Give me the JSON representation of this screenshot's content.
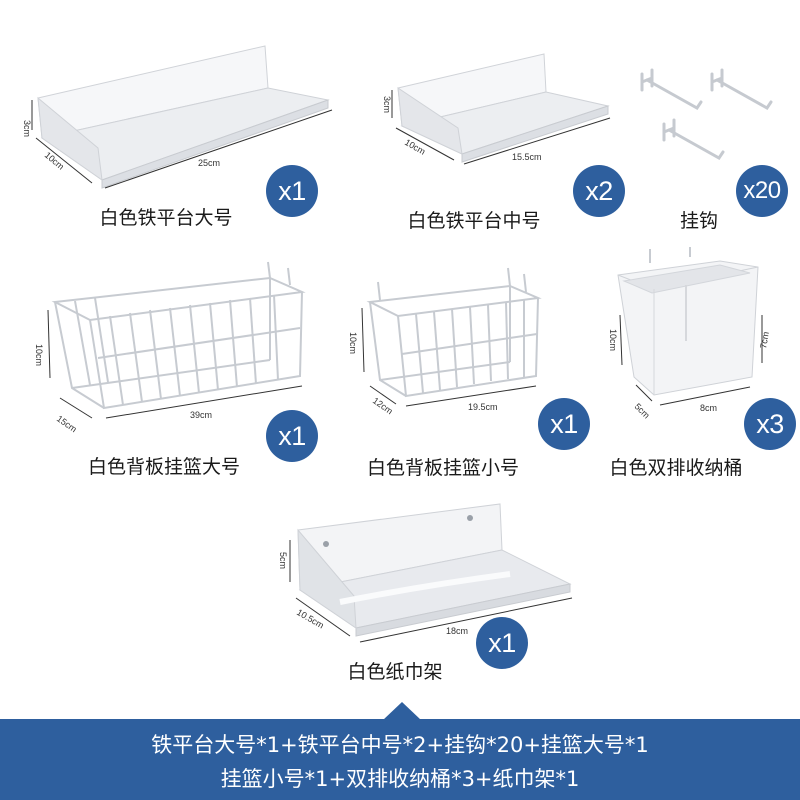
{
  "items": [
    {
      "label": "白色铁平台大号",
      "qty": "x1",
      "dims": [
        "3cm",
        "10cm",
        "25cm"
      ]
    },
    {
      "label": "白色铁平台中号",
      "qty": "x2",
      "dims": [
        "3cm",
        "10cm",
        "15.5cm"
      ]
    },
    {
      "label": "挂钩",
      "qty": "x20",
      "dims": []
    },
    {
      "label": "白色背板挂篮大号",
      "qty": "x1",
      "dims": [
        "10cm",
        "15cm",
        "39cm"
      ]
    },
    {
      "label": "白色背板挂篮小号",
      "qty": "x1",
      "dims": [
        "10cm",
        "12cm",
        "19.5cm"
      ]
    },
    {
      "label": "白色双排收纳桶",
      "qty": "x3",
      "dims": [
        "10cm",
        "7cm",
        "5cm",
        "8cm"
      ]
    },
    {
      "label": "白色纸巾架",
      "qty": "x1",
      "dims": [
        "5cm",
        "10.5cm",
        "18cm"
      ]
    }
  ],
  "banner": {
    "line1": "铁平台大号*1+铁平台中号*2+挂钩*20+挂篮大号*1",
    "line2": "挂篮小号*1+双排收纳桶*3+纸巾架*1"
  },
  "colors": {
    "accent": "#2e5f9e",
    "product_fill": "#f4f5f7",
    "product_stroke": "#c9ccd2"
  }
}
